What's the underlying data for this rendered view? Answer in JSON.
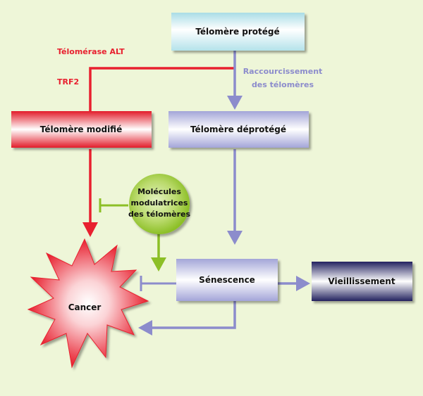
{
  "nodes": {
    "telomere_protege": "Télomère protégé",
    "telomere_modifie": "Télomère modifié",
    "telomere_deprotege": "Télomère déprotégé",
    "senescence": "Sénescence",
    "vieillissement": "Vieillissement",
    "cancer": "Cancer",
    "molecules": [
      "Molécules",
      "modulatrices",
      "des télomères"
    ]
  },
  "labels": {
    "telomerase_alt": "Télomérase ALT",
    "trf2": "TRF2",
    "raccourcissement": [
      "Raccourcissement",
      "des télomères"
    ]
  },
  "colors": {
    "background": "#eef6d8",
    "red": "#e8202f",
    "lavender": "#8c8ccc",
    "navy": "#2b2a72",
    "green": "#8cbf26",
    "text_dark": "#111111"
  }
}
